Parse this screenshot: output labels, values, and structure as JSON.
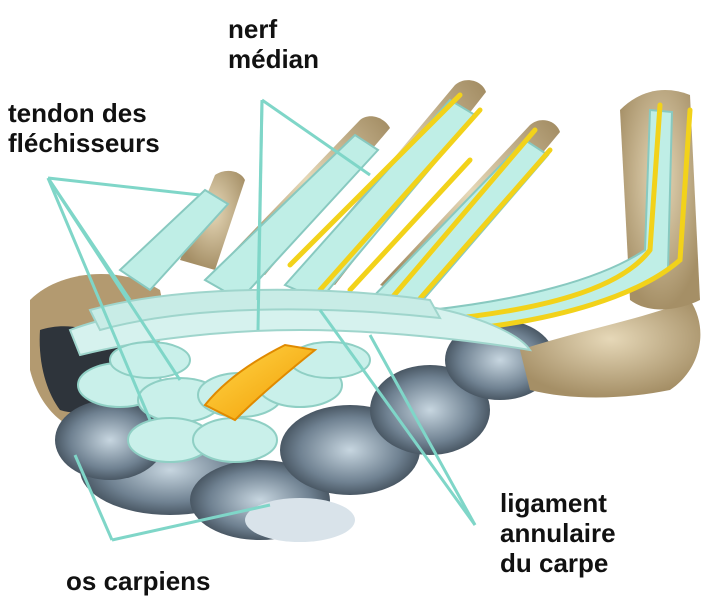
{
  "labels": {
    "flexor_tendons": {
      "line1": "tendon des",
      "line2": "fléchisseurs"
    },
    "median_nerve": {
      "line1": "nerf",
      "line2": "médian"
    },
    "transverse_ligament": {
      "line1": "ligament",
      "line2": "annulaire",
      "line3": "du carpe"
    },
    "carpal_bones": {
      "line1": "os carpiens"
    }
  },
  "colors": {
    "tendon": "#bfeee6",
    "tendon_stroke": "#88c9c0",
    "nerve_yellow": "#f2d21a",
    "nerve_core": "#f5a800",
    "bone": "#c9b48c",
    "carpal_dark": "#4b5966",
    "leader_line": "#7fd6c8"
  }
}
